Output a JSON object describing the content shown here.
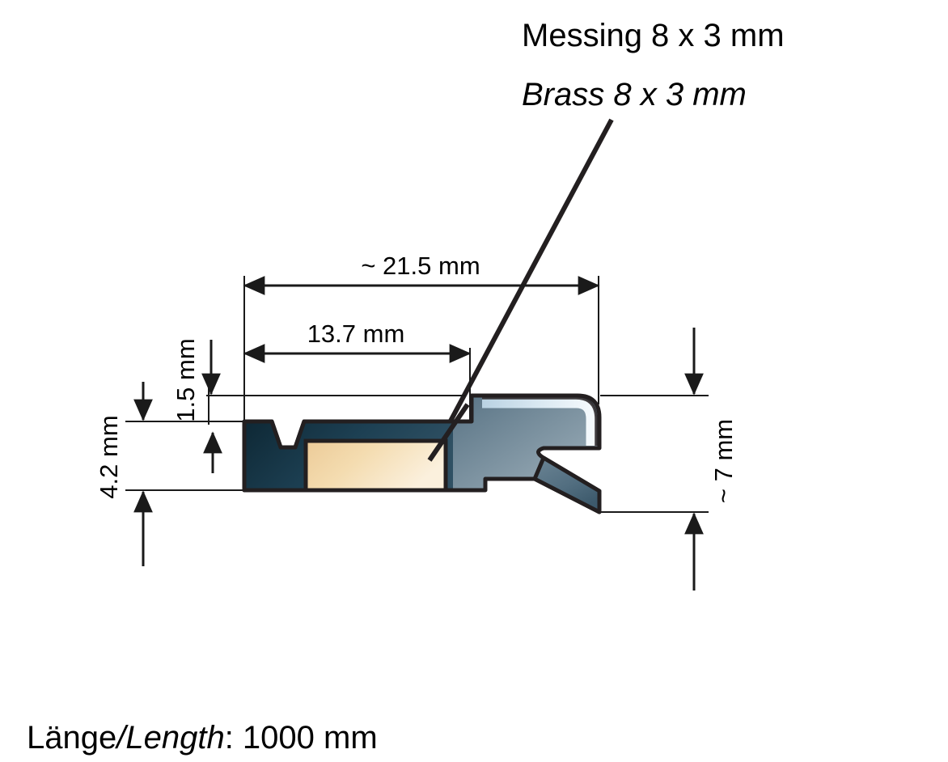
{
  "drawing": {
    "title_callout": {
      "line1": "Messing 8 x 3 mm",
      "line2": "Brass 8 x 3 mm"
    },
    "dimensions": {
      "overall_width": "~ 21.5 mm",
      "inner_width": "13.7 mm",
      "top_lip_thickness": "1.5 mm",
      "body_height": "4.2 mm",
      "overall_height": "~ 7 mm"
    },
    "footer": {
      "label_de": "Länge",
      "separator": "/",
      "label_en": "Length",
      "value": ": 1000 mm"
    },
    "colors": {
      "profile_dark": "#12303f",
      "profile_mid": "#3a5568",
      "profile_light": "#8a9eaa",
      "brass_light": "#f6e3c0",
      "brass_dark": "#e8c68f",
      "highlight": "#dfeaf2",
      "outline": "#231f20",
      "dimension_line": "#1a1a1a"
    }
  }
}
